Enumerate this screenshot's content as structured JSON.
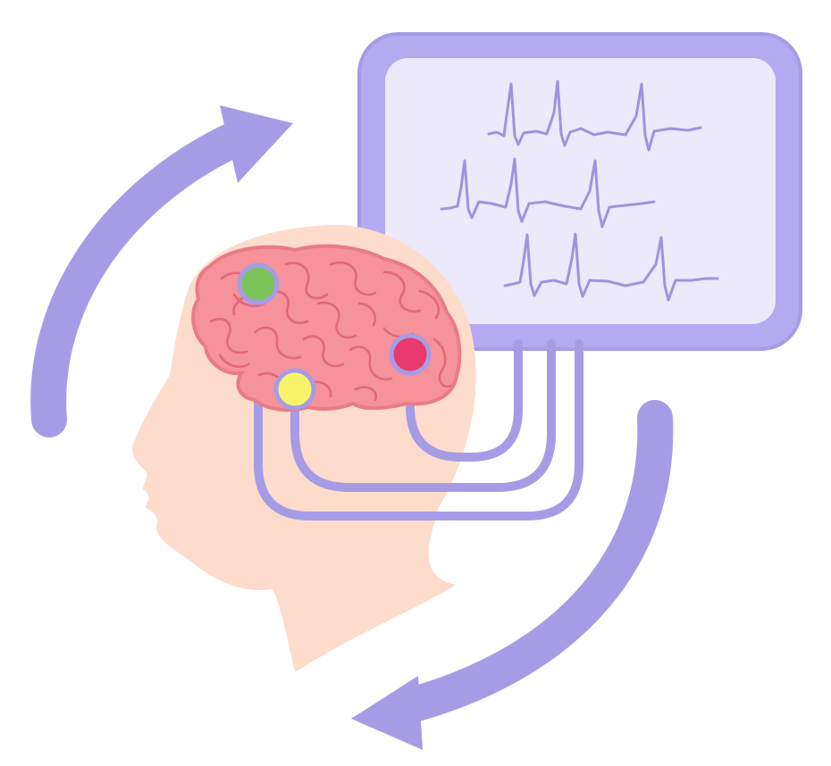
{
  "illustration": {
    "subject": "",
    "colors": {
      "background": "#ffffff",
      "arrow": "#a69ce6",
      "monitor_frame": "#b4aaf0",
      "monitor_frame_stroke": "#a69ce6",
      "monitor_screen": "#ece9fb",
      "waveform": "#9f93e0",
      "cable": "#a69ce6",
      "skin": "#fddccc",
      "brain_fill": "#f5929a",
      "brain_stroke": "#e97b87",
      "brain_folds": "#e0687a",
      "electrode_green": "#7ac45a",
      "electrode_yellow": "#f9f36a",
      "electrode_magenta": "#e83a6d",
      "electrode_ring": "#a69ce6"
    },
    "monitor": {
      "waveform_rows": 3
    },
    "electrodes": [
      {
        "name": "green",
        "color_key": "electrode_green"
      },
      {
        "name": "yellow",
        "color_key": "electrode_yellow"
      },
      {
        "name": "magenta",
        "color_key": "electrode_magenta"
      }
    ],
    "cycle_arrows": [
      "clockwise-top-left",
      "clockwise-bottom-right"
    ]
  }
}
